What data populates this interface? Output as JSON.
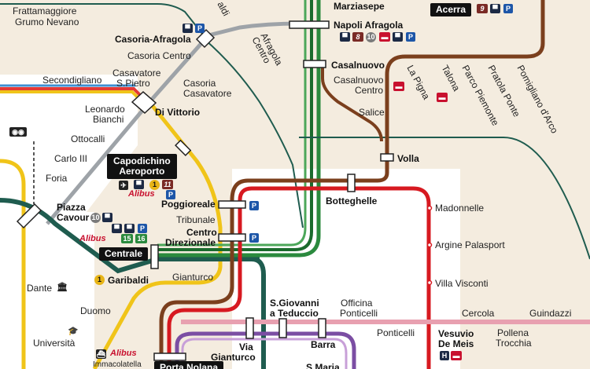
{
  "map": {
    "colors": {
      "background": "#f4ecdf",
      "line1_yellow": "#f0c419",
      "line2_teal": "#1f5c4f",
      "line_green": "#2b8a3e",
      "circumvesuviana_red": "#d71920",
      "cumana_brown": "#7b3f1d",
      "line_grey": "#9ea3a8",
      "line_pink": "#e8a0b0",
      "line_purple": "#7b4ea3",
      "line_rainbow": "#e53935"
    },
    "stations": {
      "frattamaggiore": "Frattamaggiore",
      "grumo_nevano": "Grumo Nevano",
      "casoria_afragola": "Casoria-Afragola",
      "casoria_centro": "Casoria Centro",
      "casavatore_pietro_1": "Casavatore",
      "casavatore_pietro_2": "S.Pietro",
      "casoria_casavatore_1": "Casoria",
      "casoria_casavatore_2": "Casavatore",
      "secondigliano": "Secondigliano",
      "leonardo_bianchi_1": "Leonardo",
      "leonardo_bianchi_2": "Bianchi",
      "di_vittorio": "Di Vittorio",
      "ottocalli": "Ottocalli",
      "carlo_iii": "Carlo III",
      "foria": "Foria",
      "capodichino_1": "Capodichino",
      "capodichino_2": "Aeroporto",
      "piazza_cavour_1": "Piazza",
      "piazza_cavour_2": "Cavour",
      "poggioreale": "Poggioreale",
      "tribunale": "Tribunale",
      "centro_direzionale_1": "Centro",
      "centro_direzionale_2": "Direzionale",
      "centrale": "Centrale",
      "garibaldi": "Garibaldi",
      "gianturco": "Gianturco",
      "dante": "Dante",
      "duomo": "Duomo",
      "universita": "Università",
      "immacolatella": "Immacolatella",
      "afragola_centro_1": "Afragola",
      "afragola_centro_2": "Centro",
      "marziasepe": "Marziasepe",
      "napoli_afragola": "Napoli Afragola",
      "acerra": "Acerra",
      "casalnuovo": "Casalnuovo",
      "casalnuovo_centro_1": "Casalnuovo",
      "casalnuovo_centro_2": "Centro",
      "la_pigna": "La Pigna",
      "talona": "Talona",
      "parco_piemonte": "Parco Piemonte",
      "pratola_ponte": "Pratola Ponte",
      "pomigliano_arco": "Pomigliano d'Arco",
      "salice": "Salice",
      "volla": "Volla",
      "botteghelle": "Botteghelle",
      "madonnelle": "Madonnelle",
      "argine_palasport": "Argine Palasport",
      "villa_visconti": "Villa Visconti",
      "cercola": "Cercola",
      "guindazzi": "Guindazzi",
      "officina_ponticelli_1": "Officina",
      "officina_ponticelli_2": "Ponticelli",
      "ponticelli": "Ponticelli",
      "pollena_trocchia_1": "Pollena",
      "pollena_trocchia_2": "Trocchia",
      "vesuvio_de_meis_1": "Vesuvio",
      "vesuvio_de_meis_2": "De Meis",
      "s_giovanni_teduccio_1": "S.Giovanni",
      "s_giovanni_teduccio_2": "a Teduccio",
      "barra": "Barra",
      "via_gianturco_1": "Via",
      "via_gianturco_2": "Gianturco",
      "porta_nolana": "Porta Nolana",
      "s_maria": "S.Maria",
      "garibaldi_partial": "aldi"
    },
    "badges": {
      "acerra_line": "9",
      "afragola_line_8": "8",
      "afragola_line_10": "10",
      "capodichino_line_1": "1",
      "capodichino_line_11": "11",
      "cavour_line_10": "10",
      "centrale_line_15": "15",
      "centrale_line_16": "16",
      "garibaldi_line_1": "1",
      "alibus": "Alibus",
      "park": "P",
      "hospital": "H"
    }
  }
}
